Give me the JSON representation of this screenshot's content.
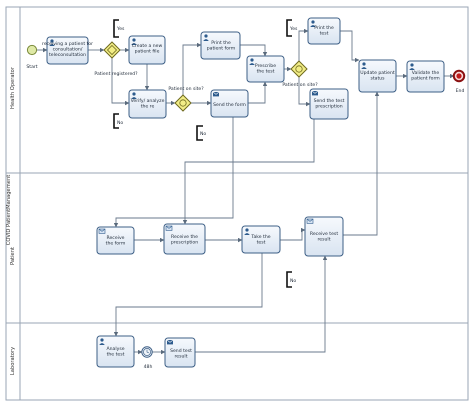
{
  "lanes": [
    {
      "id": "lane-health-operator",
      "label": "Health Operator"
    },
    {
      "id": "lane-covid-patient-management",
      "label": "COVID PatientManagement"
    },
    {
      "id": "lane-patient",
      "label": "Patient"
    },
    {
      "id": "lane-laboratory",
      "label": "Laboratory"
    }
  ],
  "events": {
    "start": "Start",
    "end": "End",
    "timer": "48h"
  },
  "tasks": {
    "receiving": [
      "receiving a patient for",
      "consultation/",
      "teleconsultation"
    ],
    "create_file": [
      "Create a new",
      "patient file"
    ],
    "verify": [
      "Verify/ analyze",
      "the re"
    ],
    "print_form": [
      "Print the",
      "patient form"
    ],
    "send_form": [
      "Send the form"
    ],
    "prescribe": [
      "Prescribe",
      "the test"
    ],
    "print_test": [
      "Print the",
      "test"
    ],
    "send_prescription": [
      "Send the test",
      "prescription"
    ],
    "update_status": [
      "Update patient",
      "status"
    ],
    "validate_form": [
      "Validate the",
      "patient form"
    ],
    "receive_form": [
      "Receive",
      "the form"
    ],
    "receive_prescription": [
      "Receive the",
      "prescription"
    ],
    "take_test": [
      "Take the",
      "test"
    ],
    "receive_result": [
      "Receive test",
      "result"
    ],
    "analyse": [
      "Analyse",
      "the test"
    ],
    "send_result": [
      "Send test",
      "result"
    ]
  },
  "gateways": {
    "registered": "Patient registered?",
    "on_site_1": "Patient on site?",
    "on_site_2": "Patient on site?"
  },
  "annotations": {
    "yes_1": "Yes",
    "no_1": "No",
    "no_2": "No",
    "yes_2": "Yes",
    "no_3": "No"
  }
}
